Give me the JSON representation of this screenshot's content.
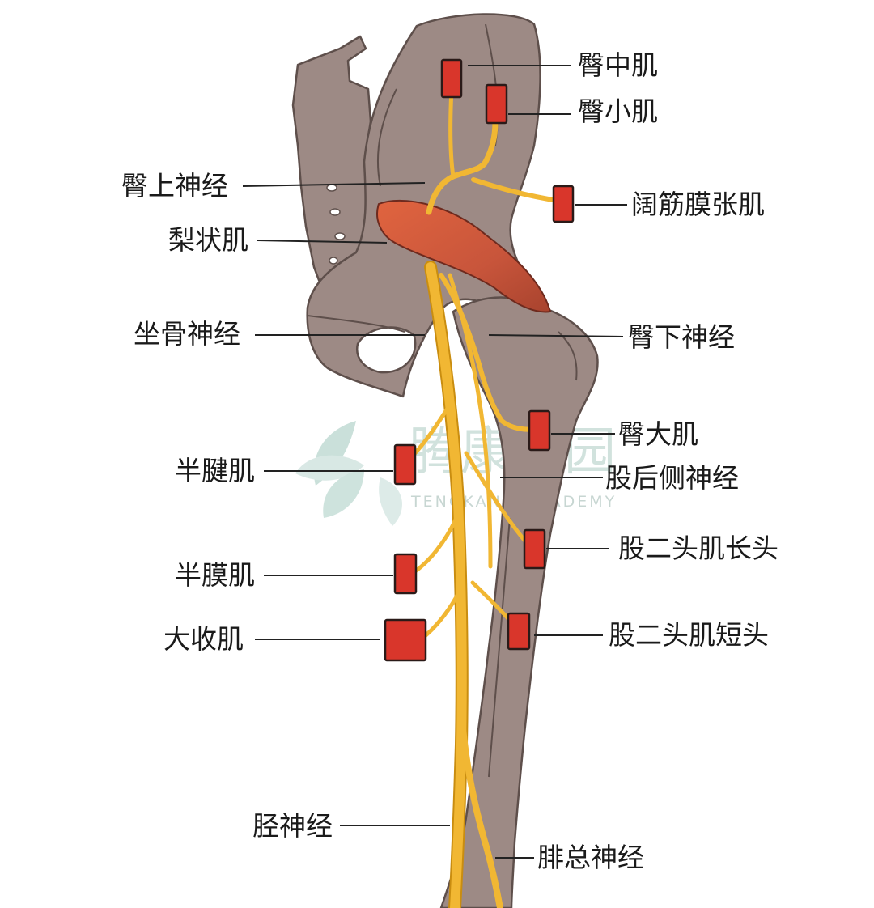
{
  "labels": {
    "gluteus_medius": "臀中肌",
    "gluteus_minimus": "臀小肌",
    "superior_gluteal_nerve": "臀上神经",
    "tensor_fasciae_latae": "阔筋膜张肌",
    "piriformis": "梨状肌",
    "sciatic_nerve": "坐骨神经",
    "inferior_gluteal_nerve": "臀下神经",
    "gluteus_maximus": "臀大肌",
    "semitendinosus": "半腱肌",
    "posterior_femoral_cutaneous_nerve": "股后侧神经",
    "biceps_long_head": "股二头肌长头",
    "semimembranosus": "半膜肌",
    "adductor_magnus": "大收肌",
    "biceps_short_head": "股二头肌短头",
    "tibial_nerve": "胫神经",
    "common_peroneal_nerve": "腓总神经"
  },
  "watermark": {
    "chinese": "腾康学园",
    "english": "TENGKANG ACADEMY"
  },
  "colors": {
    "bone": "#9d8a85",
    "nerve": "#f1b733",
    "muscle_marker": "#d9362b",
    "piriformis": "#c8553b"
  }
}
